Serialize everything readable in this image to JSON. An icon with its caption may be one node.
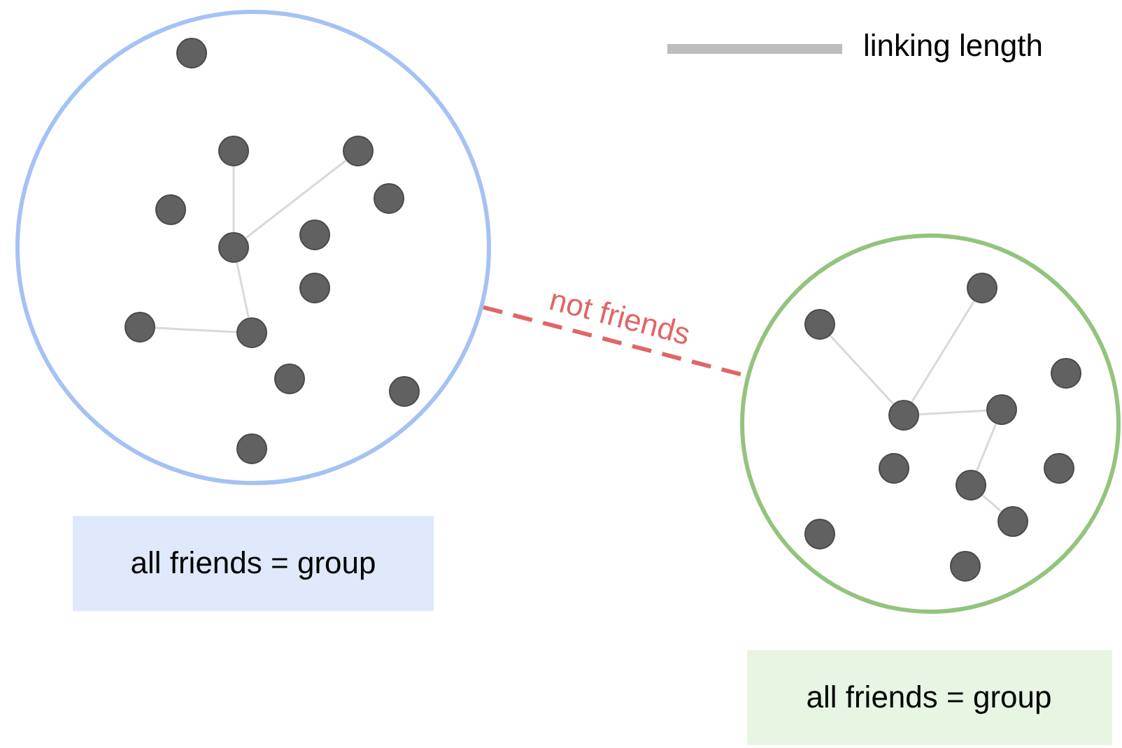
{
  "diagram": {
    "nodes": [
      {
        "text": [],
        "shape": "circle"
      },
      {
        "text": [],
        "shape": "circle",
        "in": 0
      },
      {
        "text": [],
        "shape": "circle",
        "in": 0
      },
      {
        "text": [],
        "shape": "circle",
        "in": 0
      },
      {
        "text": [],
        "shape": "circle",
        "in": 0
      },
      {
        "text": [],
        "shape": "circle",
        "in": 0
      },
      {
        "text": [],
        "shape": "circle",
        "in": 0
      },
      {
        "text": [],
        "shape": "circle",
        "in": 0
      },
      {
        "text": [],
        "shape": "circle",
        "in": 0
      },
      {
        "text": [],
        "shape": "circle",
        "in": 0
      },
      {
        "text": [],
        "shape": "circle",
        "in": 0
      },
      {
        "text": [],
        "shape": "circle",
        "in": 0
      },
      {
        "text": [],
        "shape": "circle",
        "in": 0
      },
      {
        "text": [],
        "shape": "circle",
        "in": 0
      },
      {
        "text": [],
        "shape": "circle"
      },
      {
        "text": [],
        "shape": "circle",
        "in": 14
      },
      {
        "text": [],
        "shape": "circle",
        "in": 14
      },
      {
        "text": [],
        "shape": "circle",
        "in": 14
      },
      {
        "text": [],
        "shape": "circle",
        "in": 14
      },
      {
        "text": [],
        "shape": "circle",
        "in": 14
      },
      {
        "text": [],
        "shape": "circle",
        "in": 14
      },
      {
        "text": [],
        "shape": "circle",
        "in": 14
      },
      {
        "text": [],
        "shape": "circle",
        "in": 14
      },
      {
        "text": [],
        "shape": "circle",
        "in": 14
      },
      {
        "text": [],
        "shape": "circle",
        "in": 14
      },
      {
        "text": [],
        "shape": "circle",
        "in": 14
      },
      {
        "text": [
          "all friends = group"
        ]
      },
      {
        "text": [
          "all friends = group"
        ]
      }
    ],
    "edges": [
      {
        "from": 6,
        "to": 2,
        "arrow": "none"
      },
      {
        "from": 6,
        "to": 3,
        "arrow": "none"
      },
      {
        "from": 6,
        "to": 10,
        "arrow": "none"
      },
      {
        "from": 9,
        "to": 10,
        "arrow": "none"
      },
      {
        "from": 18,
        "to": 15,
        "arrow": "none"
      },
      {
        "from": 18,
        "to": 16,
        "arrow": "none"
      },
      {
        "from": 18,
        "to": 19,
        "arrow": "none"
      },
      {
        "from": 19,
        "to": 22,
        "arrow": "none"
      },
      {
        "from": 22,
        "to": 23,
        "arrow": "none"
      },
      {
        "from": 0,
        "to": 14,
        "arrow": "none",
        "label": "not friends",
        "style": "dashed",
        "color": "#e06666"
      }
    ],
    "legend": [
      {
        "text": "linking length"
      }
    ]
  }
}
